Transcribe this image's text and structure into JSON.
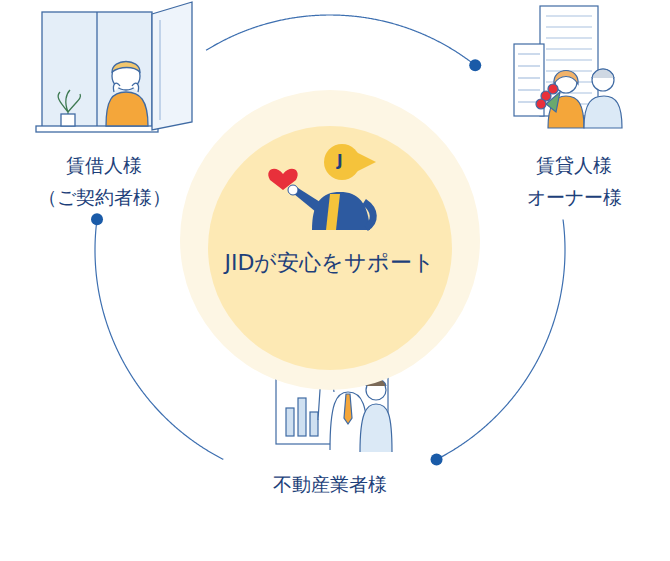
{
  "diagram": {
    "nodes": [
      {
        "text": [
          "賃借人様 （ご契約者様）"
        ]
      },
      {
        "text": [
          "賃貸人様 オーナー様"
        ]
      },
      {
        "text": [
          "JIDが安心をサポート"
        ]
      },
      {
        "text": [
          "不動産業者様"
        ]
      }
    ],
    "edges": [
      {
        "from": 0,
        "to": 1,
        "arrow": "to"
      },
      {
        "from": 1,
        "to": 3,
        "arrow": "to"
      },
      {
        "from": 3,
        "to": 0,
        "arrow": "to"
      }
    ],
    "labels": [
      "J"
    ]
  }
}
